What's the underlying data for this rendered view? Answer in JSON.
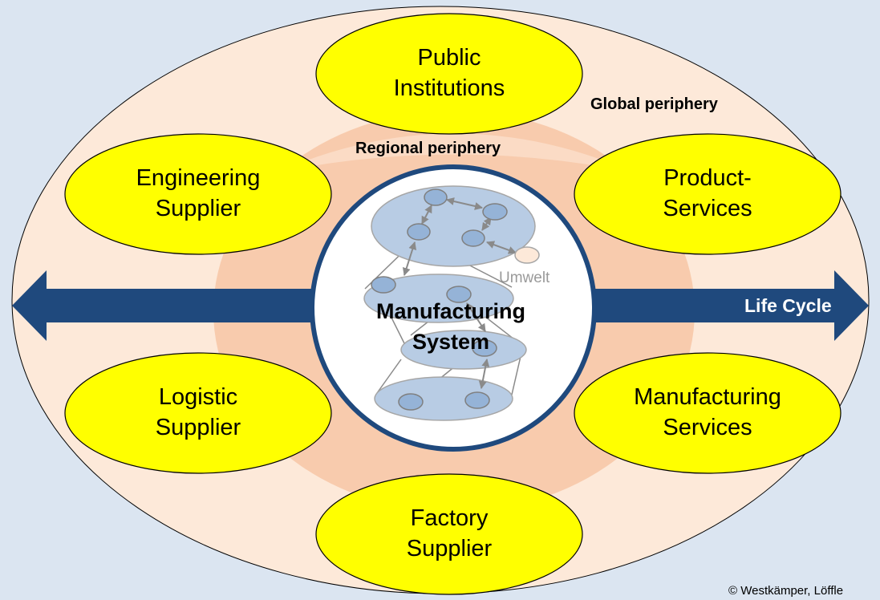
{
  "title": "",
  "zones": {
    "global_label": "Global periphery",
    "regional_label": "Regional periphery"
  },
  "center": {
    "line1": "Manufacturing",
    "line2": "System",
    "umwelt_label": "Umwelt"
  },
  "arrow": {
    "label": "Life Cycle"
  },
  "nodes": [
    {
      "line1": "Public",
      "line2": "Institutions"
    },
    {
      "line1": "Engineering",
      "line2": "Supplier"
    },
    {
      "line1": "Product-",
      "line2": "Services"
    },
    {
      "line1": "Logistic",
      "line2": "Supplier"
    },
    {
      "line1": "Manufacturing",
      "line2": "Services"
    },
    {
      "line1": "Factory",
      "line2": "Supplier"
    }
  ],
  "copyright": "© Westkämper, Löffle",
  "colors": {
    "background": "#dbe5f1",
    "global_fill": "#fde9d9",
    "regional_fill": "#f8cbad",
    "node_fill": "#ffff00",
    "arrow_fill": "#1f497d",
    "center_ring": "#1f497d",
    "subsystem_fill": "#b8cce4"
  }
}
